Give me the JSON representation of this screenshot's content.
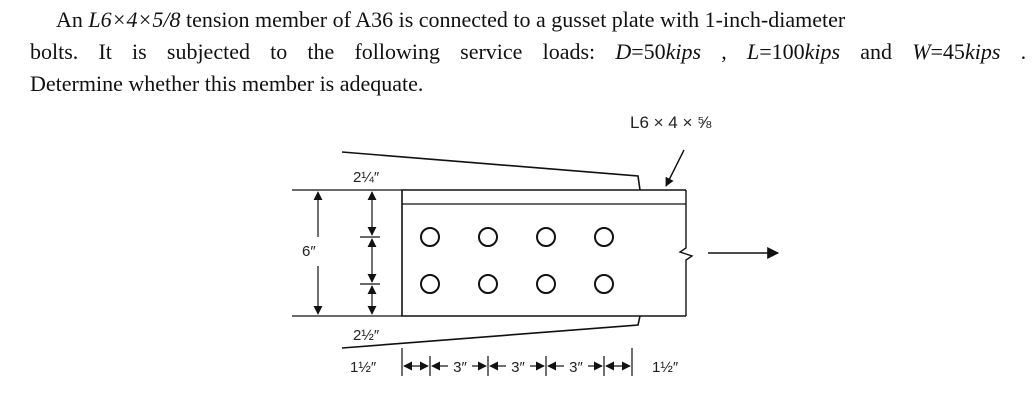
{
  "problem": {
    "intro_an": "An",
    "shape_L": "L",
    "shape_dims": "6×4×5/8",
    "line1_rest": "tension member of A36 is connected to a gusset plate with 1-inch-diameter",
    "line2_start": "bolts. It is subjected to the following service loads:",
    "D_sym": "D",
    "D_eq": "=50",
    "D_unit": "kips",
    "sep1": ",",
    "L_sym": "L",
    "L_eq": "=100",
    "L_unit": "kips",
    "and_text": "and",
    "W_sym": "W",
    "W_eq": "=45",
    "W_unit": "kips",
    "end_period": ".",
    "line3": "Determine whether this member is adequate."
  },
  "diagram": {
    "angle_label": "L6 × 4 × ⅝",
    "dim_top_edge": "2¼″",
    "dim_bottom_edge": "2½″",
    "dim_total_depth": "6″",
    "dim_left_edge": "1½″",
    "dim_spacing": [
      "3″",
      "3″",
      "3″"
    ],
    "dim_right_edge": "1½″",
    "bolt_rows": 2,
    "bolts_per_row": 4
  }
}
